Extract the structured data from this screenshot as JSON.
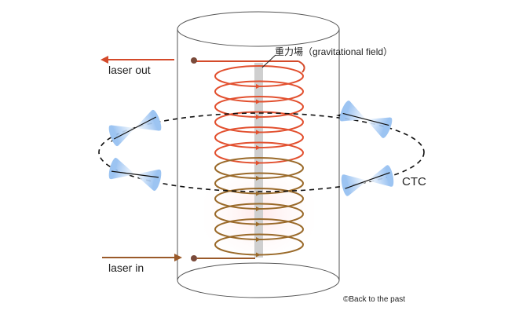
{
  "labels": {
    "laser_out": "laser out",
    "laser_in": "laser in",
    "field": "重力場（gravitational field）",
    "ctc": "CTC",
    "credit": "©Back to the past"
  },
  "colors": {
    "coil_top": "#e2502f",
    "coil_bottom": "#9a6a2a",
    "arrow_out": "#d44a2a",
    "arrow_in": "#9a5a2a",
    "field_bar": "#cfcfcf",
    "cone": "#7fb2ee"
  },
  "icons": [
    "light-cone-icon"
  ]
}
